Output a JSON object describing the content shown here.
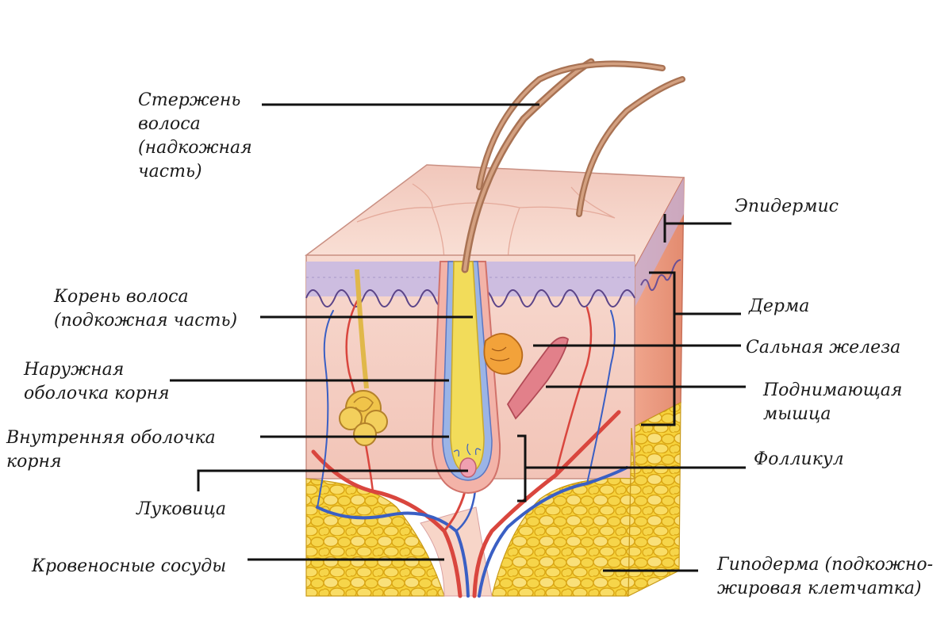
{
  "labels": {
    "hair_shaft": [
      "Стержень",
      "волоса",
      "(надкожная",
      "часть)"
    ],
    "hair_root": [
      "Корень волоса",
      "(подкожная часть)"
    ],
    "outer_root_sheath": [
      "Наружная",
      "оболочка корня"
    ],
    "inner_root_sheath": [
      "Внутренняя  оболочка",
      "корня"
    ],
    "bulb": [
      "Луковица"
    ],
    "blood_vessels": [
      "Кровеносные сосуды"
    ],
    "epidermis": [
      "Эпидермис"
    ],
    "dermis": [
      "Дерма"
    ],
    "sebaceous_gland": [
      "Сальная железа"
    ],
    "arrector_muscle": [
      "Поднимающая",
      "мышца"
    ],
    "follicle": [
      "Фолликул"
    ],
    "hypodermis": [
      "Гиподерма (подкожно-",
      "жировая клетчатка)"
    ]
  },
  "colors": {
    "skin_top": "#f6d3c8",
    "epidermis": "#c9b8dc",
    "dermis": "#f5d0c6",
    "fat": "#f4cc2e",
    "artery": "#d9463e",
    "vein": "#3a5fc4",
    "hair": "#b07b5c",
    "root_yellow": "#f2dc5a",
    "line": "#111111"
  }
}
